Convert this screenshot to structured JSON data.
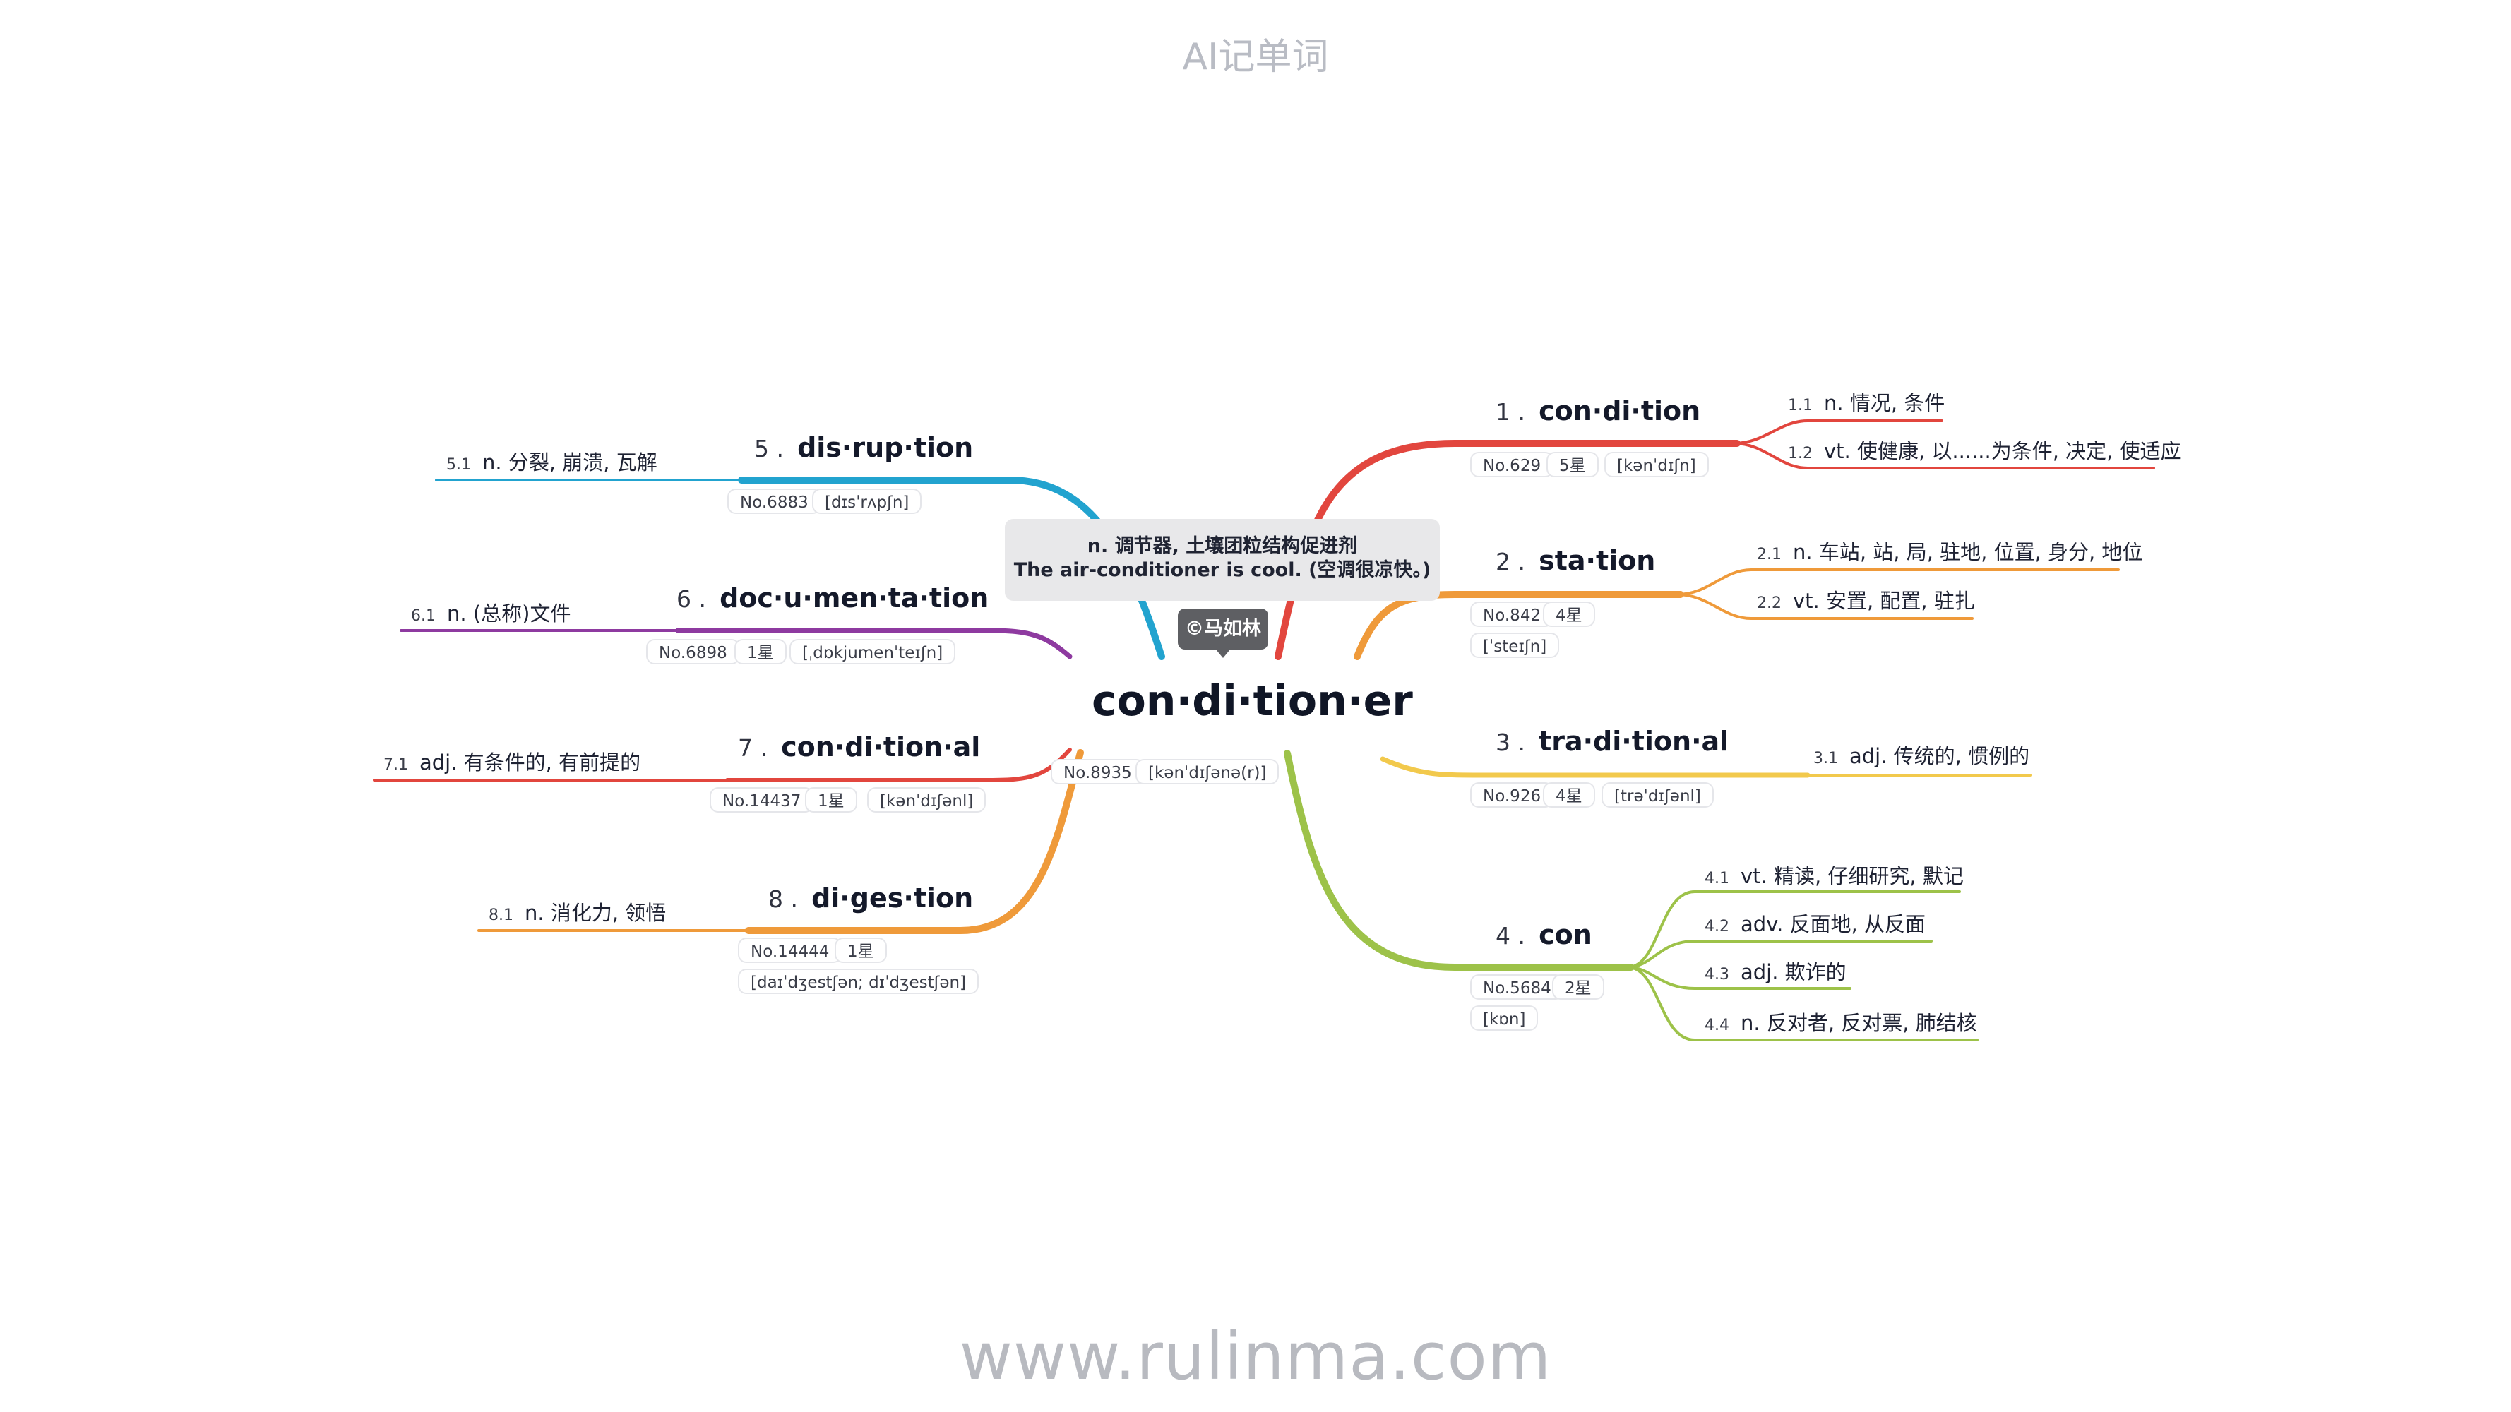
{
  "header": {
    "title": "AI记单词"
  },
  "footer": {
    "url": "www.rulinma.com"
  },
  "center": {
    "word": "con·di·tion·er",
    "definition": "n. 调节器, 土壤团粒结构促进剂",
    "example": "The air-conditioner is cool. (空调很凉快。)",
    "author": "©马如林",
    "number": "No.8935",
    "phonetic": "[kənˈdɪʃənə(r)]"
  },
  "branches": [
    {
      "index": "1 .",
      "word": "con·di·tion",
      "color": "#e2463e",
      "tags": [
        "No.629",
        "5星",
        "[kənˈdɪʃn]"
      ],
      "senses": [
        {
          "num": "1.1",
          "text": "n. 情况, 条件"
        },
        {
          "num": "1.2",
          "text": "vt. 使健康, 以......为条件, 决定, 使适应"
        }
      ]
    },
    {
      "index": "2 .",
      "word": "sta·tion",
      "color": "#ef9a3a",
      "tags": [
        "No.842",
        "4星",
        "[ˈsteɪʃn]"
      ],
      "senses": [
        {
          "num": "2.1",
          "text": "n. 车站, 站, 局, 驻地, 位置, 身分, 地位"
        },
        {
          "num": "2.2",
          "text": "vt. 安置, 配置, 驻扎"
        }
      ]
    },
    {
      "index": "3 .",
      "word": "tra·di·tion·al",
      "color": "#f2c94c",
      "tags": [
        "No.926",
        "4星",
        "[trəˈdɪʃənl]"
      ],
      "senses": [
        {
          "num": "3.1",
          "text": "adj. 传统的, 惯例的"
        }
      ]
    },
    {
      "index": "4 .",
      "word": "con",
      "color": "#9dc249",
      "tags": [
        "No.5684",
        "2星",
        "[kɒn]"
      ],
      "senses": [
        {
          "num": "4.1",
          "text": "vt. 精读, 仔细研究, 默记"
        },
        {
          "num": "4.2",
          "text": "adv. 反面地, 从反面"
        },
        {
          "num": "4.3",
          "text": "adj. 欺诈的"
        },
        {
          "num": "4.4",
          "text": "n. 反对者, 反对票, 肺结核"
        }
      ]
    },
    {
      "index": "5 .",
      "word": "dis·rup·tion",
      "color": "#22a3cf",
      "tags": [
        "No.6883",
        "[dɪsˈrʌpʃn]"
      ],
      "senses": [
        {
          "num": "5.1",
          "text": "n. 分裂, 崩溃, 瓦解"
        }
      ]
    },
    {
      "index": "6 .",
      "word": "doc·u·men·ta·tion",
      "color": "#8e3aa0",
      "tags": [
        "No.6898",
        "1星",
        "[ˌdɒkjumenˈteɪʃn]"
      ],
      "senses": [
        {
          "num": "6.1",
          "text": "n. (总称)文件"
        }
      ]
    },
    {
      "index": "7 .",
      "word": "con·di·tion·al",
      "color": "#e2463e",
      "tags": [
        "No.14437",
        "1星",
        "[kənˈdɪʃənl]"
      ],
      "senses": [
        {
          "num": "7.1",
          "text": "adj. 有条件的, 有前提的"
        }
      ]
    },
    {
      "index": "8 .",
      "word": "di·ges·tion",
      "color": "#ef9a3a",
      "tags": [
        "No.14444",
        "1星",
        "[daɪˈdʒestʃən; dɪˈdʒestʃən]"
      ],
      "senses": [
        {
          "num": "8.1",
          "text": "n. 消化力, 领悟"
        }
      ]
    }
  ]
}
